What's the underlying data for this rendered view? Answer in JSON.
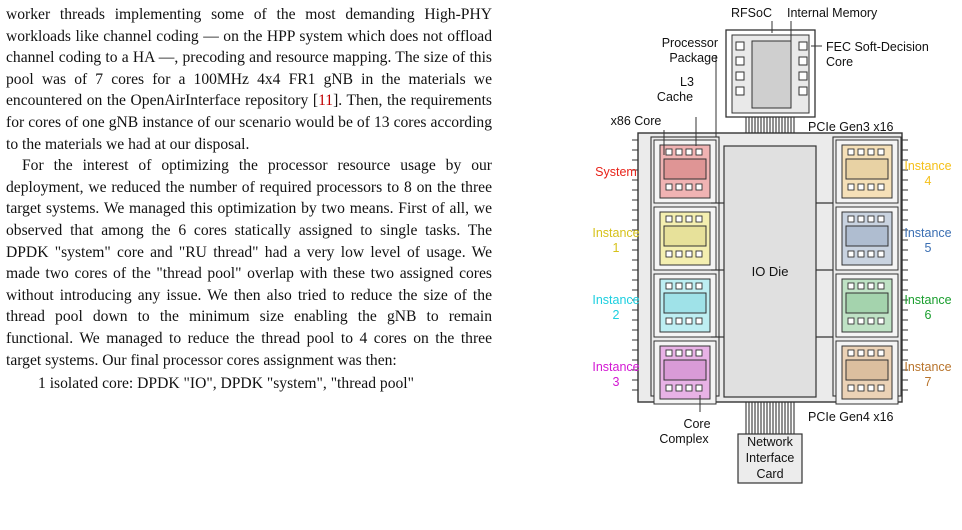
{
  "body_text": {
    "p1_before_ref": "worker threads implementing some of the most demanding High-PHY workloads like channel coding — on the HPP system which does not offload channel coding to a HA —, precoding and resource mapping. The size of this pool was of 7 cores for a 100MHz 4x4 FR1 gNB in the materials we encountered on the OpenAirInterface repository [",
    "p1_ref": "11",
    "p1_after_ref": "]. Then, the requirements for cores of one gNB instance of our scenario would be of 13 cores according to the materials we had at our disposal.",
    "p2": "For the interest of optimizing the processor resource usage by our deployment, we reduced the number of required processors to 8 on the three target systems. We managed this optimization by two means. First of all, we observed that among the 6 cores statically assigned to single tasks. The DPDK \"system\" core and \"RU thread\" had a very low level of usage. We made two cores of the \"thread pool\" overlap with these two assigned cores without introducing any issue. We then also tried to reduce the size of the thread pool down to the minimum size enabling the gNB to remain functional. We managed to reduce the thread pool to 4 cores on the three target systems. Our final processor cores assignment was then:",
    "p3_partial": "1 isolated core: DPDK \"IO\", DPDK \"system\", \"thread pool\""
  },
  "figure": {
    "labels": {
      "rfsoc": "RFSoC",
      "internal_memory": "Internal Memory",
      "fec_line1": "FEC Soft-Decision",
      "fec_line2": "Core",
      "processor_line1": "Processor",
      "processor_line2": "Package",
      "l3_line1": "L3",
      "l3_line2": "Cache",
      "x86_core": "x86 Core",
      "pcie3": "PCIe Gen3 x16",
      "pcie4": "PCIe Gen4 x16",
      "io_die": "IO Die",
      "core_line1": "Core",
      "core_line2": "Complex",
      "nic_line1": "Network",
      "nic_line2": "Interface",
      "nic_line3": "Card"
    },
    "ccx_left": [
      {
        "line1": "System",
        "line2": "",
        "color": "#e8231a",
        "fill": "#f0b3b3",
        "inner": "#df9595"
      },
      {
        "line1": "Instance",
        "line2": "1",
        "color": "#d6c21b",
        "fill": "#f4efb0",
        "inner": "#e7e19a"
      },
      {
        "line1": "Instance",
        "line2": "2",
        "color": "#1ccfe0",
        "fill": "#bdeef2",
        "inner": "#9fe2e8"
      },
      {
        "line1": "Instance",
        "line2": "3",
        "color": "#d318d3",
        "fill": "#e8b2e6",
        "inner": "#d99bd7"
      }
    ],
    "ccx_right": [
      {
        "line1": "Instance",
        "line2": "4",
        "color": "#f5c01a",
        "fill": "#f5e0b8",
        "inner": "#e8d2a4"
      },
      {
        "line1": "Instance",
        "line2": "5",
        "color": "#3b6fb3",
        "fill": "#c9d3e0",
        "inner": "#afbdd0"
      },
      {
        "line1": "Instance",
        "line2": "6",
        "color": "#1a9e2e",
        "fill": "#bfe2c5",
        "inner": "#a4d3ad"
      },
      {
        "line1": "Instance",
        "line2": "7",
        "color": "#b8742c",
        "fill": "#ebd2b6",
        "inner": "#dcbf9f"
      }
    ]
  }
}
